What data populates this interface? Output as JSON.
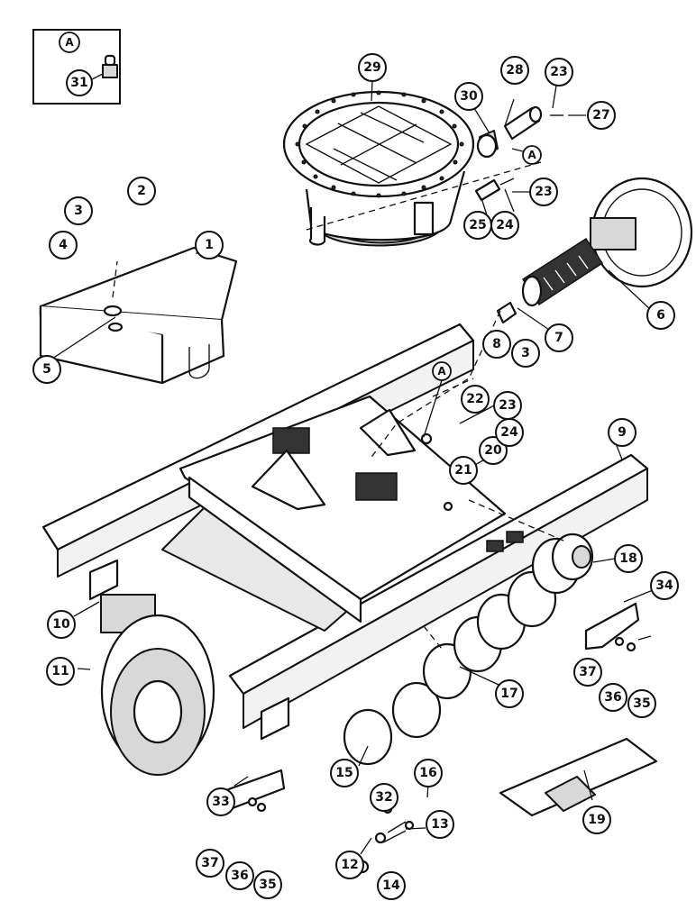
{
  "inset": {
    "ref_label": "A",
    "part_label": "31"
  },
  "ref_markers": [
    "A",
    "A"
  ],
  "callouts": [
    "1",
    "2",
    "3",
    "4",
    "5",
    "6",
    "7",
    "8",
    "3",
    "9",
    "10",
    "11",
    "12",
    "13",
    "14",
    "15",
    "16",
    "17",
    "18",
    "19",
    "20",
    "21",
    "22",
    "23",
    "24",
    "23",
    "24",
    "25",
    "27",
    "28",
    "23",
    "29",
    "30",
    "32",
    "33",
    "34",
    "35",
    "36",
    "37",
    "35",
    "36",
    "37"
  ]
}
